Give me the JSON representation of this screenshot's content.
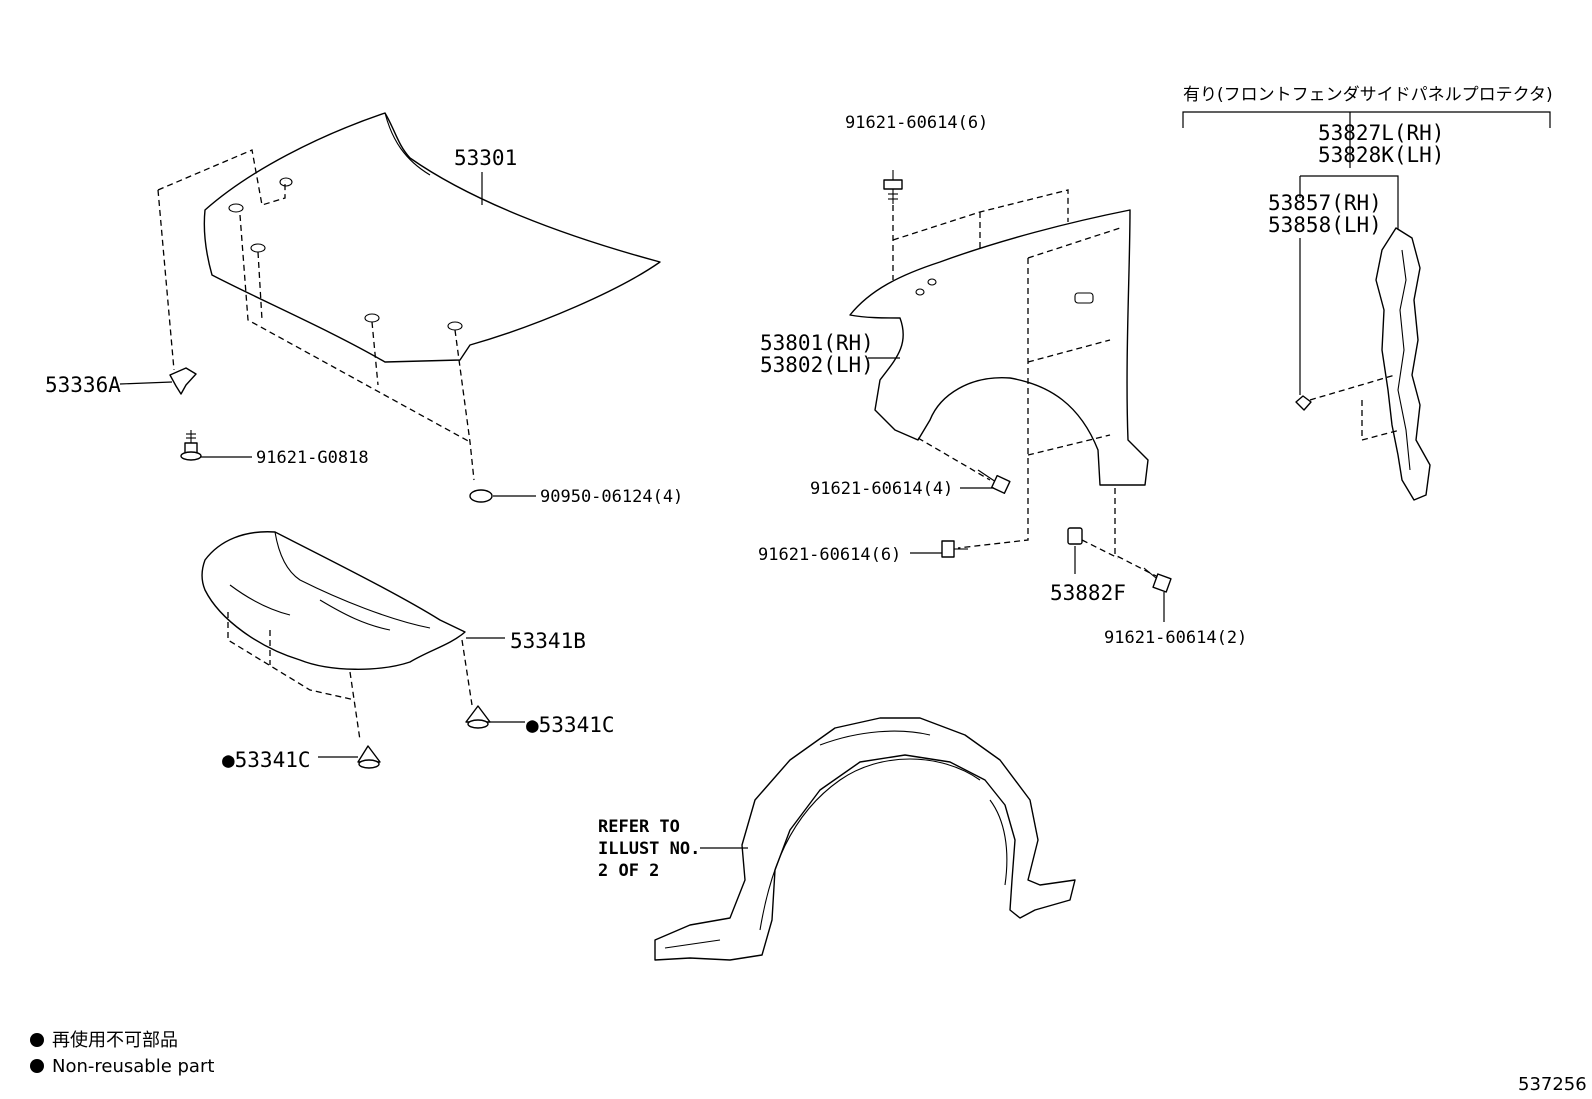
{
  "parts": {
    "hood": "53301",
    "hood_support": "53336A",
    "hood_bolt": "91621-G0818",
    "hood_cushion": "90950-06124(4)",
    "fender_top_bolt": "91621-60614(6)",
    "fender_rh": "53801(RH)",
    "fender_lh": "53802(LH)",
    "fender_bolt_4": "91621-60614(4)",
    "fender_bolt_6": "91621-60614(6)",
    "fender_nut": "53882F",
    "fender_bolt_2": "91621-60614(2)",
    "protector_header": "有り(フロントフェンダサイドパネルプロテクタ)",
    "protector_rh": "53827L(RH)",
    "protector_lh": "53828K(LH)",
    "seal_rh": "53857(RH)",
    "seal_lh": "53858(LH)",
    "shield": "53341B",
    "clip_right": "●53341C",
    "clip_left": "●53341C",
    "liner_ref_1": "REFER TO",
    "liner_ref_2": "ILLUST NO.",
    "liner_ref_3": "2 OF 2"
  },
  "legend": {
    "jp": "再使用不可部品",
    "en": "Non-reusable part"
  },
  "illustration_number": "537256"
}
